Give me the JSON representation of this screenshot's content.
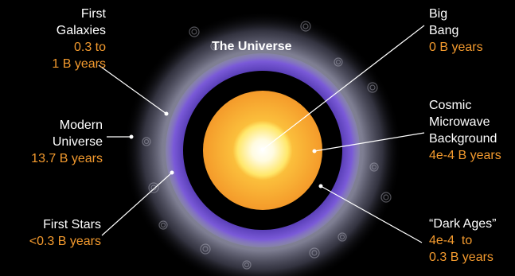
{
  "title": "The Universe",
  "colors": {
    "background": "#000000",
    "text_primary": "#ffffff",
    "text_accent": "#f39a2e",
    "halo": "#8a8a9a",
    "purple_ring": "#6a46c8",
    "dark_ages": "#000000",
    "cmb": "#f7a733",
    "big_bang_core": "#ffffff"
  },
  "labels": {
    "first_galaxies": {
      "name": [
        "First",
        "Galaxies"
      ],
      "time": [
        "0.3 to",
        "1 B years"
      ]
    },
    "modern_universe": {
      "name": [
        "Modern",
        "Universe"
      ],
      "time": [
        "13.7 B years"
      ]
    },
    "first_stars": {
      "name": [
        "First Stars"
      ],
      "time": [
        "<0.3 B years"
      ]
    },
    "big_bang": {
      "name": [
        "Big",
        "Bang"
      ],
      "time": [
        "0 B years"
      ]
    },
    "cmb": {
      "name": [
        "Cosmic",
        "Microwave",
        "Background"
      ],
      "time": [
        "4e-4 B years"
      ]
    },
    "dark_ages": {
      "name": [
        "“Dark Ages”"
      ],
      "time": [
        "4e-4  to",
        "0.3 B years"
      ]
    }
  }
}
